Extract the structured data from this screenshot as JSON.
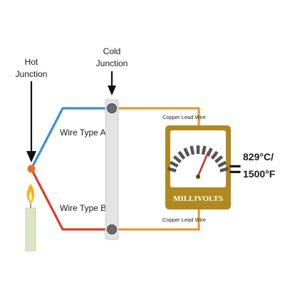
{
  "labels": {
    "hot_junction_line1": "Hot",
    "hot_junction_line2": "Junction",
    "cold_junction_line1": "Cold",
    "cold_junction_line2": "Junction",
    "wire_a": "Wire Type A",
    "wire_b": "Wire Type B",
    "copper_top": "Copper Lead Wire",
    "copper_bottom": "Copper Lead Wire",
    "meter": "MILLIVOLTS",
    "equals": "=",
    "temp_line1": "829°C/",
    "temp_line2": "1500°F"
  },
  "colors": {
    "wire_a": "#3a8fd9",
    "wire_b": "#e03b24",
    "copper": "#e8912a",
    "junction": "#e8702a",
    "meter_gold": "#b08a1e",
    "block": "#e3e3e3",
    "candle": "#dce6c4",
    "needle": "#c0392b"
  },
  "icons": [
    "down-arrow-icon",
    "candle-icon",
    "flame-icon",
    "gauge-icon",
    "needle-icon"
  ]
}
